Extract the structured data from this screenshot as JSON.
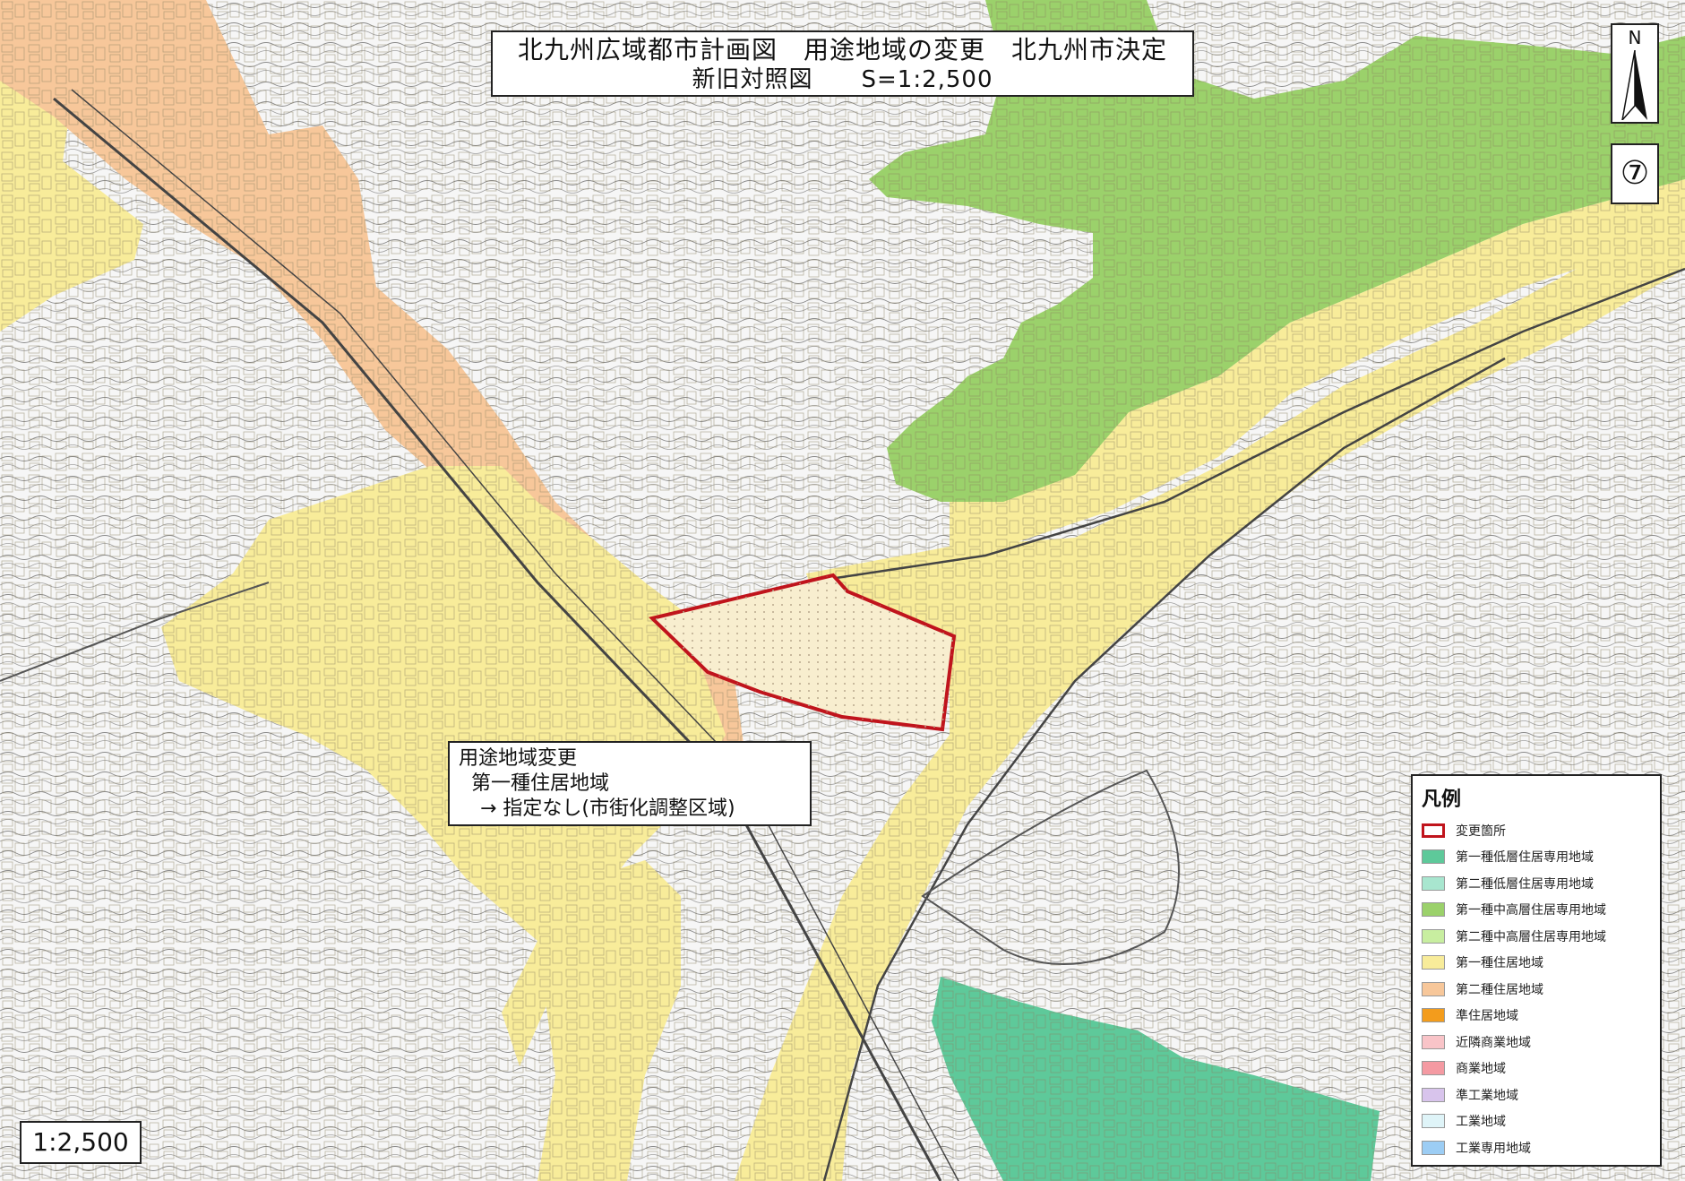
{
  "title": {
    "line1": "北九州広域都市計画図　用途地域の変更　北九州市決定",
    "line2": "新旧対照図　　S=1:2,500"
  },
  "north": {
    "letter": "N",
    "icon": "north-arrow-icon"
  },
  "sheet_number": "⑦",
  "change_note": {
    "line1": "用途地域変更",
    "line2": "第一種住居地域",
    "line3": "→ 指定なし(市街化調整区域)"
  },
  "legend": {
    "title": "凡例",
    "items": [
      {
        "label": "変更箇所",
        "color": "#ffffff",
        "border": "#c0141c"
      },
      {
        "label": "第一種低層住居専用地域",
        "color": "#5ec99a"
      },
      {
        "label": "第二種低層住居専用地域",
        "color": "#a8e6cf"
      },
      {
        "label": "第一種中高層住居専用地域",
        "color": "#9bd16b"
      },
      {
        "label": "第二種中高層住居専用地域",
        "color": "#c8eea0"
      },
      {
        "label": "第一種住居地域",
        "color": "#f8ec9a"
      },
      {
        "label": "第二種住居地域",
        "color": "#f7c79a"
      },
      {
        "label": "準住居地域",
        "color": "#f39c1c"
      },
      {
        "label": "近隣商業地域",
        "color": "#f9c4c8"
      },
      {
        "label": "商業地域",
        "color": "#f49aa2"
      },
      {
        "label": "準工業地域",
        "color": "#d8c4ec"
      },
      {
        "label": "工業地域",
        "color": "#dff4f8"
      },
      {
        "label": "工業専用地域",
        "color": "#9ccdf4"
      }
    ]
  },
  "scale": "1:2,500",
  "colors": {
    "background": "#f4f4f4",
    "type1_residential": "#f8ec9a",
    "type2_residential": "#f7c79a",
    "mid_high_residential": "#9bd16b",
    "low_residential": "#5ec99a",
    "change_outline": "#c0141c"
  }
}
